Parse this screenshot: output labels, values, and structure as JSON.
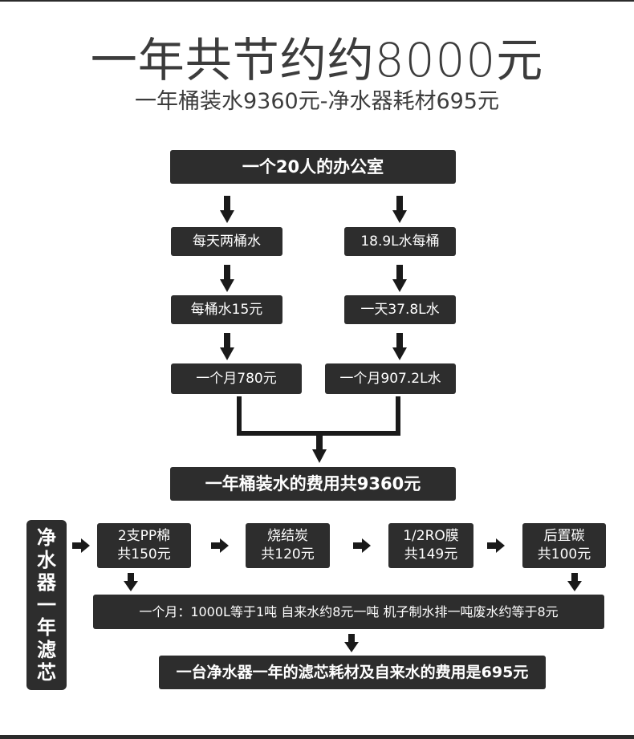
{
  "title": "一年共节约约8000元",
  "subtitle": "一年桶装水9360元-净水器耗材695元",
  "office": "一个20人的办公室",
  "left_chain": [
    "每天两桶水",
    "每桶水15元",
    "一个月780元"
  ],
  "right_chain": [
    "18.9L水每桶",
    "一天37.8L水",
    "一个月907.2L水"
  ],
  "bottled_total": "一年桶装水的费用共9360元",
  "filter_label_chars": [
    "净",
    "水",
    "器",
    "一",
    "年",
    "滤",
    "芯"
  ],
  "filters": [
    {
      "line1": "2支PP棉",
      "line2": "共150元"
    },
    {
      "line1": "烧结炭",
      "line2": "共120元"
    },
    {
      "line1": "1/2RO膜",
      "line2": "共149元"
    },
    {
      "line1": "后置碳",
      "line2": "共100元"
    }
  ],
  "monthly_note": "一个月：1000L等于1吨 自来水约8元一吨 机子制水排一吨废水约等于8元",
  "purifier_total": "一台净水器一年的滤芯耗材及自来水的费用是695元",
  "colors": {
    "box": "#2d2d2d",
    "text_light": "#ffffff",
    "title": "#3c3c3c"
  }
}
